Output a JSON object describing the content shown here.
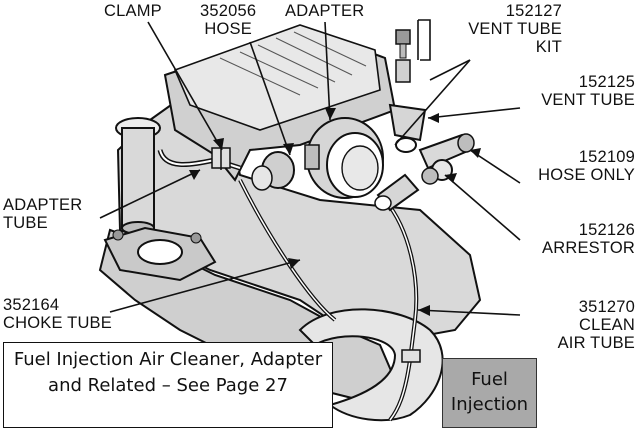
{
  "labels": {
    "clamp": [
      "CLAMP"
    ],
    "hose_352056": [
      "352056",
      "HOSE"
    ],
    "adapter": [
      "ADAPTER"
    ],
    "vent_tube_kit": [
      "152127",
      "VENT TUBE",
      "KIT"
    ],
    "vent_tube": [
      "152125",
      "VENT TUBE"
    ],
    "hose_only": [
      "152109",
      "HOSE ONLY"
    ],
    "arrestor": [
      "152126",
      "ARRESTOR"
    ],
    "clean_air_tube": [
      "351270",
      "CLEAN",
      "AIR TUBE"
    ],
    "adapter_tube": [
      "ADAPTER",
      "TUBE"
    ],
    "choke_tube": [
      "352164",
      "CHOKE TUBE"
    ]
  },
  "note": {
    "line1": "Fuel Injection Air Cleaner, Adapter",
    "line2": "and Related – See Page 27"
  },
  "badge": {
    "line1": "Fuel",
    "line2": "Injection"
  },
  "colors": {
    "badge_bg": "#a9a9a9",
    "engine_fill": "#d9d9d9",
    "engine_dark": "#bdbdbd",
    "line": "#111111"
  }
}
